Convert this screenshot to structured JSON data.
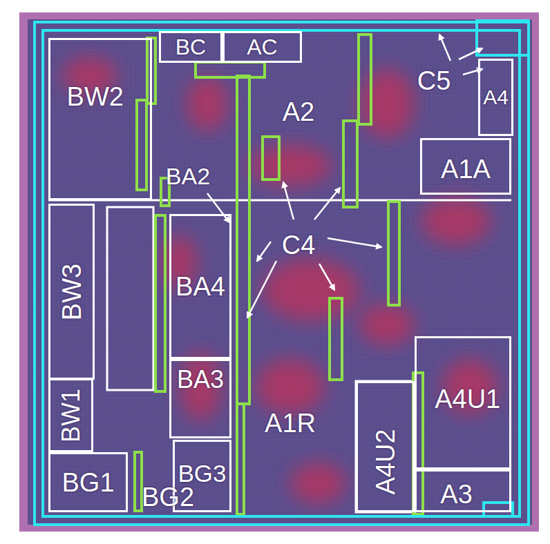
{
  "diagram": {
    "nodes": [
      {
        "text": [
          "BC"
        ]
      },
      {
        "text": [
          "AC"
        ]
      },
      {
        "text": [
          "BW2"
        ]
      },
      {
        "text": [
          "A4"
        ]
      },
      {
        "text": [
          "A1A"
        ]
      },
      {
        "text": [
          "BW3"
        ]
      },
      {
        "text": [
          "BA4"
        ]
      },
      {
        "text": [
          "BA3"
        ]
      },
      {
        "text": [
          "BW1"
        ]
      },
      {
        "text": [
          "A4U1"
        ]
      },
      {
        "text": [
          "A4U2"
        ]
      },
      {
        "text": [
          "BG1"
        ]
      },
      {
        "text": [
          "BG3"
        ]
      },
      {
        "text": [
          "A3"
        ]
      }
    ],
    "labels": [
      "A2",
      "BA2",
      "C5",
      "C4",
      "A1R",
      "BG2"
    ]
  }
}
